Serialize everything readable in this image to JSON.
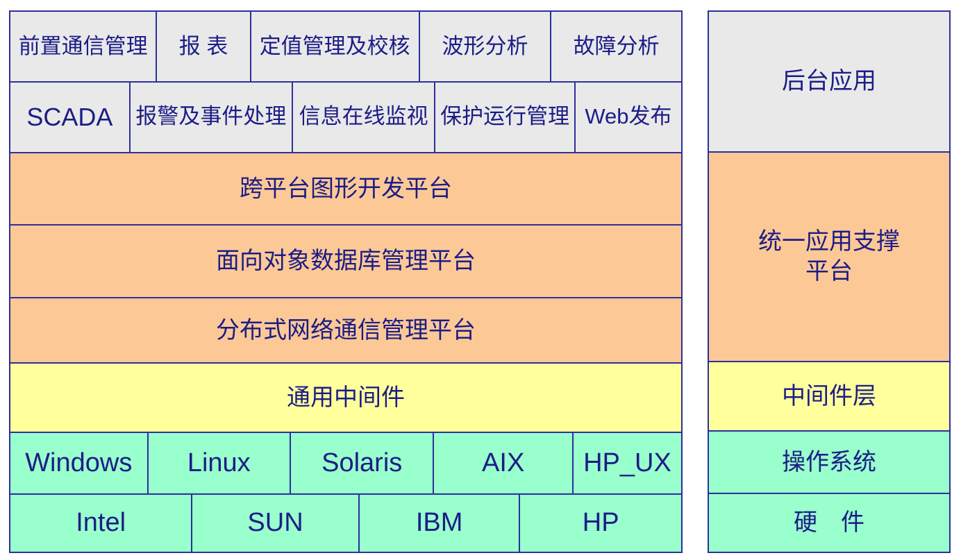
{
  "diagram": {
    "type": "layered-architecture",
    "colors": {
      "app_layer_bg": "#e9e9e9",
      "platform_layer_bg": "#fcc996",
      "middleware_layer_bg": "#ffff9c",
      "system_layer_bg": "#99ffcc",
      "border": "#2e2e9e",
      "text": "#1c1c87"
    },
    "left_stack": {
      "app_row1": [
        "前置通信管理",
        "报 表",
        "定值管理及校核",
        "波形分析",
        "故障分析"
      ],
      "app_row2": [
        "SCADA",
        "报警及事件处理",
        "信息在线监视",
        "保护运行管理",
        "Web发布"
      ],
      "platform_rows": [
        "跨平台图形开发平台",
        "面向对象数据库管理平台",
        "分布式网络通信管理平台"
      ],
      "middleware_row": "通用中间件",
      "os_row": [
        "Windows",
        "Linux",
        "Solaris",
        "AIX",
        "HP_UX"
      ],
      "hw_row": [
        "Intel",
        "SUN",
        "IBM",
        "HP"
      ]
    },
    "right_stack": {
      "backend_app": "后台应用",
      "unified_support_platform": "统一应用支撑\n平台",
      "middleware_layer": "中间件层",
      "os_layer": "操作系统",
      "hardware_layer": "硬　件"
    }
  }
}
